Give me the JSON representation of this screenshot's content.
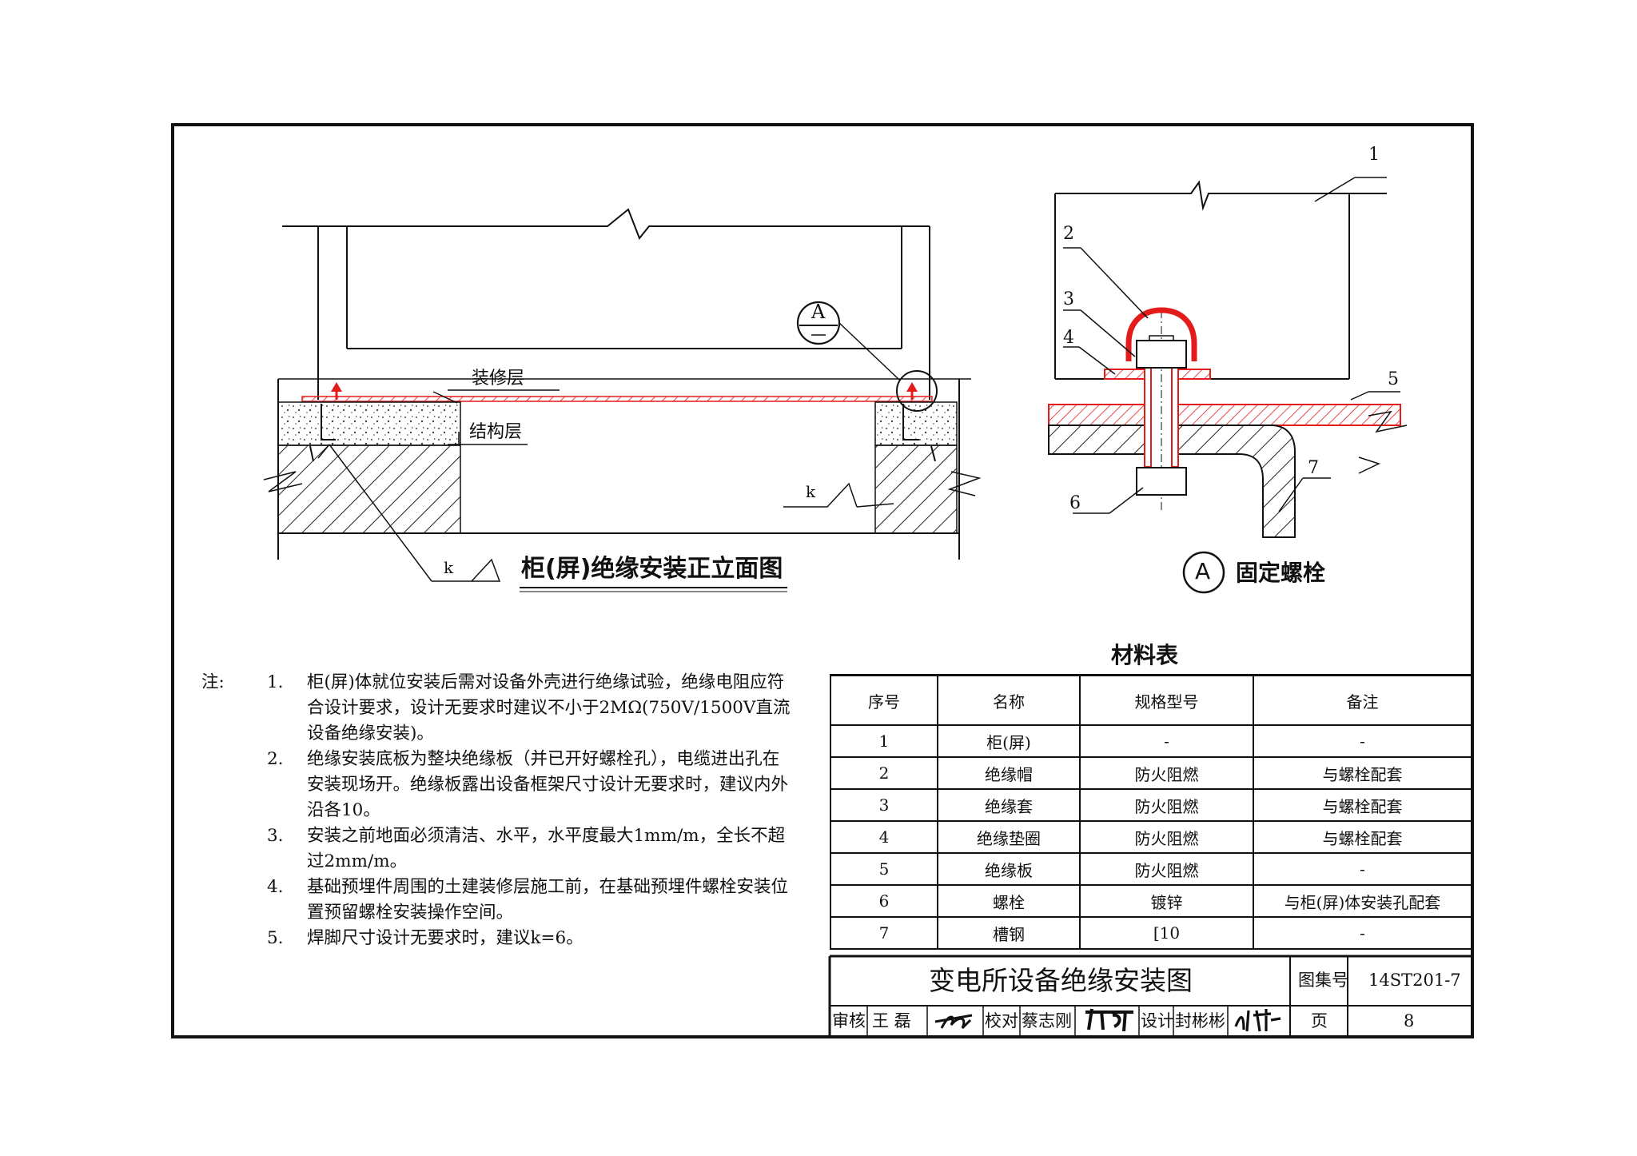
{
  "elevation": {
    "title": "柜(屏)绝缘安装正立面图",
    "finish_layer": "装修层",
    "structure_layer": "结构层",
    "detail_marker": "A",
    "weld_k": "k"
  },
  "detail": {
    "title": "固定螺栓",
    "marker": "A",
    "callouts": [
      "1",
      "2",
      "3",
      "4",
      "5",
      "6",
      "7"
    ]
  },
  "notes": {
    "heading": "注:",
    "items": [
      {
        "num": "1.",
        "text": "柜(屏)体就位安装后需对设备外壳进行绝缘试验，绝缘电阻应符合设计要求，设计无要求时建议不小于2MΩ(750V/1500V直流设备绝缘安装)。"
      },
      {
        "num": "2.",
        "text": "绝缘安装底板为整块绝缘板（并已开好螺栓孔），电缆进出孔在安装现场开。绝缘板露出设备框架尺寸设计无要求时，建议内外沿各10。"
      },
      {
        "num": "3.",
        "text": "安装之前地面必须清洁、水平，水平度最大1mm/m，全长不超过2mm/m。"
      },
      {
        "num": "4.",
        "text": "基础预埋件周围的土建装修层施工前，在基础预埋件螺栓安装位置预留螺栓安装操作空间。"
      },
      {
        "num": "5.",
        "text": "焊脚尺寸设计无要求时，建议k=6。"
      }
    ]
  },
  "materials": {
    "title": "材料表",
    "headers": [
      "序号",
      "名称",
      "规格型号",
      "备注"
    ],
    "rows": [
      [
        "1",
        "柜(屏)",
        "-",
        "-"
      ],
      [
        "2",
        "绝缘帽",
        "防火阻燃",
        "与螺栓配套"
      ],
      [
        "3",
        "绝缘套",
        "防火阻燃",
        "与螺栓配套"
      ],
      [
        "4",
        "绝缘垫圈",
        "防火阻燃",
        "与螺栓配套"
      ],
      [
        "5",
        "绝缘板",
        "防火阻燃",
        "-"
      ],
      [
        "6",
        "螺栓",
        "镀锌",
        "与柜(屏)体安装孔配套"
      ],
      [
        "7",
        "槽钢",
        "[10",
        "-"
      ]
    ]
  },
  "title_block": {
    "drawing_title": "变电所设备绝缘安装图",
    "atlas_label": "图集号",
    "atlas_no": "14ST201-7",
    "review_label": "审核",
    "reviewer": "王 磊",
    "check_label": "校对",
    "checker": "蔡志刚",
    "design_label": "设计",
    "designer": "封彬彬",
    "page_label": "页",
    "page_no": "8"
  },
  "colors": {
    "insulation": "#e31b1b",
    "line": "#111111"
  }
}
